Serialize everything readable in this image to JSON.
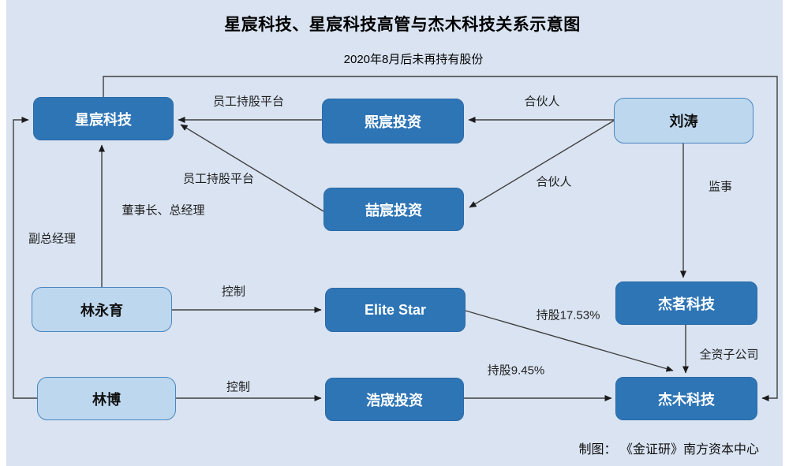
{
  "header": {
    "title": "星宸科技、星宸科技高管与杰木科技关系示意图",
    "subtitle": "2020年8月后未再持有股份"
  },
  "footer": {
    "credit": "制图： 《金证研》南方资本中心"
  },
  "nodes": {
    "xingchen": {
      "label": "星宸科技"
    },
    "xichen": {
      "label": "熙宸投资"
    },
    "liutao": {
      "label": "刘涛"
    },
    "zhechen": {
      "label": "喆宸投资"
    },
    "linyongyu": {
      "label": "林永育"
    },
    "elitestar": {
      "label": "Elite Star"
    },
    "jieming": {
      "label": "杰茗科技"
    },
    "linbo": {
      "label": "林博"
    },
    "haocheng": {
      "label": "浩宬投资"
    },
    "jiemu": {
      "label": "杰木科技"
    }
  },
  "edge_labels": {
    "employee_platform_1": "员工持股平台",
    "employee_platform_2": "员工持股平台",
    "partner_1": "合伙人",
    "partner_2": "合伙人",
    "supervisor": "监事",
    "chairman_gm": "董事长、总经理",
    "deputy_gm": "副总经理",
    "control_1": "控制",
    "control_2": "控制",
    "holding_17_53": "持股17.53%",
    "holding_9_45": "持股9.45%",
    "wholly_owned_subsidiary": "全资子公司"
  },
  "colors": {
    "background": "#d9e3f1",
    "node_dark": "#2e75b6",
    "node_dark_border": "#2a6aa8",
    "node_light": "#bdd7ee",
    "node_light_border": "#4a86c0",
    "line": "#404040",
    "text_dark": "#1f1f1f"
  }
}
